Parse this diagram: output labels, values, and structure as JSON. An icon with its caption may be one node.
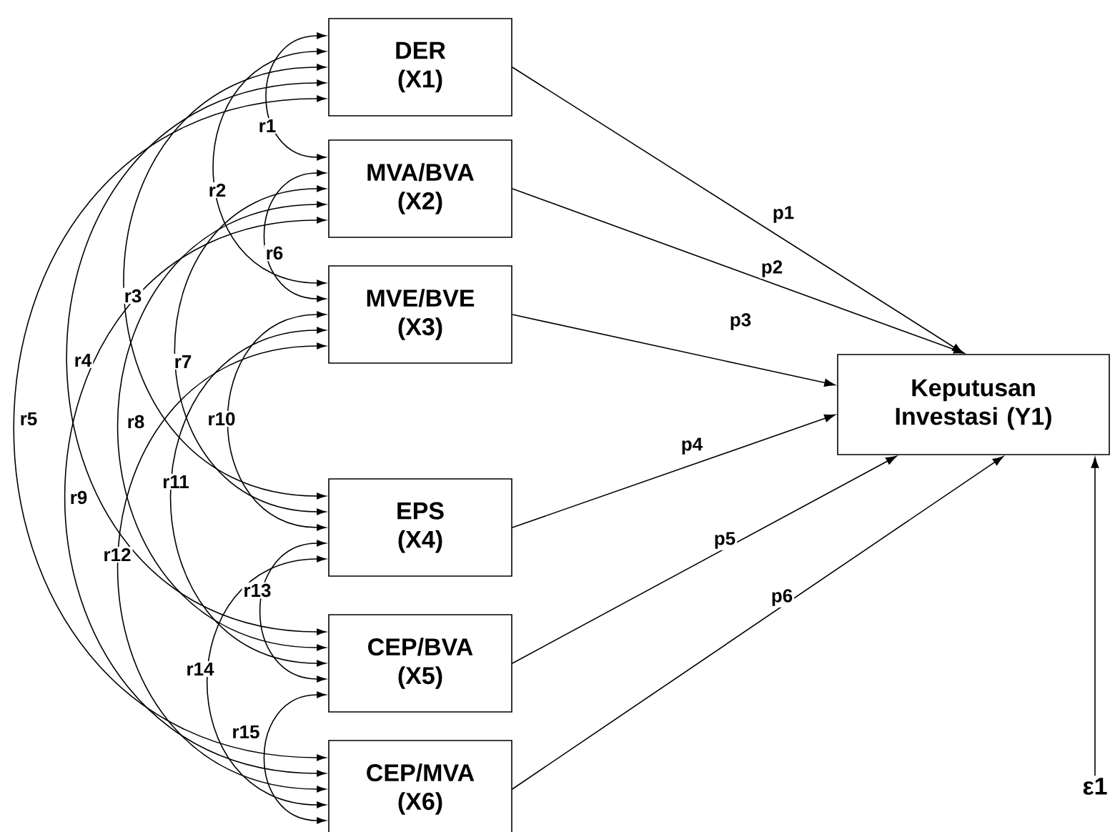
{
  "diagram": {
    "nodes": [
      {
        "text": [
          "DER (X1)"
        ]
      },
      {
        "text": [
          "MVA/BVA (X2)"
        ]
      },
      {
        "text": [
          "MVE/BVE (X3)"
        ]
      },
      {
        "text": [
          "EPS (X4)"
        ]
      },
      {
        "text": [
          "CEP/BVA (X5)"
        ]
      },
      {
        "text": [
          "CEP/MVA (X6)"
        ]
      },
      {
        "text": [
          "Keputusan Investasi (Y1)"
        ]
      },
      {
        "text": [
          "ε1"
        ]
      }
    ],
    "edges": [
      {
        "from": 0,
        "to": 1,
        "arrow": "both",
        "label": "r1"
      },
      {
        "from": 0,
        "to": 2,
        "arrow": "both",
        "label": "r2"
      },
      {
        "from": 0,
        "to": 3,
        "arrow": "both",
        "label": "r3"
      },
      {
        "from": 0,
        "to": 4,
        "arrow": "both",
        "label": "r4"
      },
      {
        "from": 0,
        "to": 5,
        "arrow": "both",
        "label": "r5"
      },
      {
        "from": 1,
        "to": 2,
        "arrow": "both",
        "label": "r6"
      },
      {
        "from": 1,
        "to": 3,
        "arrow": "both",
        "label": "r7"
      },
      {
        "from": 1,
        "to": 4,
        "arrow": "both",
        "label": "r8"
      },
      {
        "from": 1,
        "to": 5,
        "arrow": "both",
        "label": "r9"
      },
      {
        "from": 2,
        "to": 3,
        "arrow": "both",
        "label": "r10"
      },
      {
        "from": 2,
        "to": 4,
        "arrow": "both",
        "label": "r11"
      },
      {
        "from": 2,
        "to": 5,
        "arrow": "both",
        "label": "r12"
      },
      {
        "from": 3,
        "to": 4,
        "arrow": "both",
        "label": "r13"
      },
      {
        "from": 3,
        "to": 5,
        "arrow": "both",
        "label": "r14"
      },
      {
        "from": 4,
        "to": 5,
        "arrow": "both",
        "label": "r15"
      },
      {
        "from": 0,
        "to": 6,
        "arrow": "to",
        "label": "p1"
      },
      {
        "from": 1,
        "to": 6,
        "arrow": "to",
        "label": "p2"
      },
      {
        "from": 2,
        "to": 6,
        "arrow": "to",
        "label": "p3"
      },
      {
        "from": 3,
        "to": 6,
        "arrow": "to",
        "label": "p4"
      },
      {
        "from": 4,
        "to": 6,
        "arrow": "to",
        "label": "p5"
      },
      {
        "from": 5,
        "to": 6,
        "arrow": "to",
        "label": "p6"
      },
      {
        "from": 7,
        "to": 6,
        "arrow": "to"
      }
    ]
  }
}
